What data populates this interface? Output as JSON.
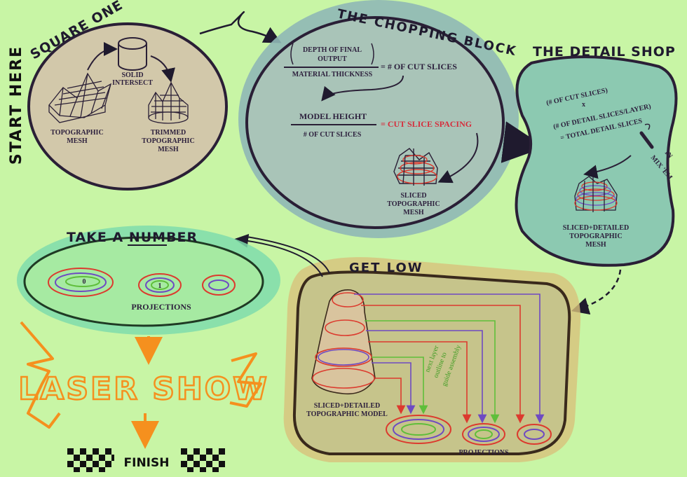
{
  "start_here": "START HERE",
  "square_one": {
    "title": "SQUARE ONE",
    "solid_label_1": "SOLID",
    "solid_label_2": "INTERSECT",
    "topo_label_1": "TOPOGRAPHIC",
    "topo_label_2": "MESH",
    "trimmed_label_1": "TRIMMED",
    "trimmed_label_2": "TOPOGRAPHIC",
    "trimmed_label_3": "MESH"
  },
  "chopping_block": {
    "title": "THE CHOPPING BLOCK",
    "eq1_num_1": "DEPTH OF FINAL",
    "eq1_num_2": "OUTPUT",
    "eq1_den": "MATERIAL THICKNESS",
    "eq1_result": "= # OF CUT SLICES",
    "eq2_num": "MODEL HEIGHT",
    "eq2_den": "# OF CUT SLICES",
    "eq2_result": "= CUT SLICE SPACING",
    "sliced_label_1": "SLICED",
    "sliced_label_2": "TOPOGRAPHIC",
    "sliced_label_3": "MESH"
  },
  "detail_shop": {
    "title": "THE DETAIL SHOP",
    "line_1": "(# OF CUT SLICES)",
    "line_2": "x",
    "line_3": "(# OF DETAIL SLICES/LAYER)",
    "line_4": "= TOTAL DETAIL SLICES",
    "mix_1": "MIX 'EM",
    "mix_2": "IN",
    "label_1": "SLICED+DETAILED",
    "label_2": "TOPOGRAPHIC",
    "label_3": "MESH"
  },
  "take_a_number": {
    "title": "TAKE A NUMBER",
    "num_0": "0",
    "num_1": "1",
    "projections": "PROJECTIONS"
  },
  "get_low": {
    "title": "GET LOW",
    "model_label_1": "SLICED+DETAILED",
    "model_label_2": "TOPOGRAPHIC MODEL",
    "note_1": "next layer",
    "note_2": "outline to",
    "note_3": "guide assembly",
    "projections": "PROJECTIONS"
  },
  "laser_show": "LASER SHOW",
  "finish": "FINISH",
  "colors": {
    "background": "#c8f5a5",
    "square_one_fill": "#d2c8aa",
    "chopping_fill": "#a9c4b8",
    "chopping_halo": "#8fb8b6",
    "detail_fill": "#8cc9b1",
    "take_number_fill": "#a6eaa2",
    "take_number_halo": "#7fdcab",
    "get_low_fill": "#c6c48b",
    "get_low_halo": "#d8c27c",
    "outline_dark": "#2a1f36",
    "red_text": "#d62d3c",
    "orange": "#f5901e",
    "green_line": "#5fbe3a",
    "purple_line": "#6e4ac2",
    "red_line": "#dc3a2e"
  }
}
